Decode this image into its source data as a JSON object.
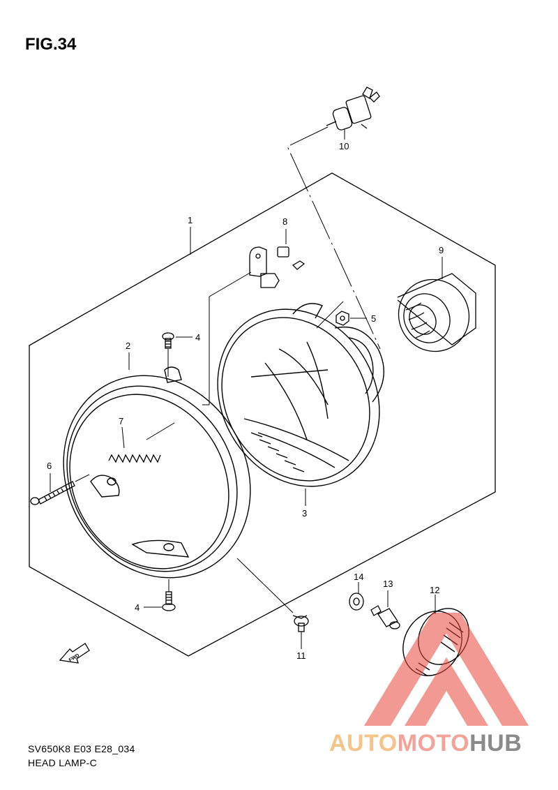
{
  "figure": {
    "title": "FIG.34",
    "model_code": "SV650K8 E03 E28_034",
    "section_name": "HEAD LAMP-C"
  },
  "callouts": {
    "c1": "1",
    "c2": "2",
    "c3": "3",
    "c4a": "4",
    "c4b": "4",
    "c5": "5",
    "c6": "6",
    "c7": "7",
    "c8": "8",
    "c9": "9",
    "c10": "10",
    "c11": "11",
    "c12": "12",
    "c13": "13",
    "c14": "14"
  },
  "fwd_label": "FWD",
  "watermark": {
    "part1": "AUTO",
    "part2": "MOTO",
    "part3": "HUB"
  },
  "colors": {
    "line": "#000000",
    "watermark_red": "#e8453c",
    "watermark_orange": "#f5c48a",
    "watermark_gray": "#8a8a8a"
  }
}
